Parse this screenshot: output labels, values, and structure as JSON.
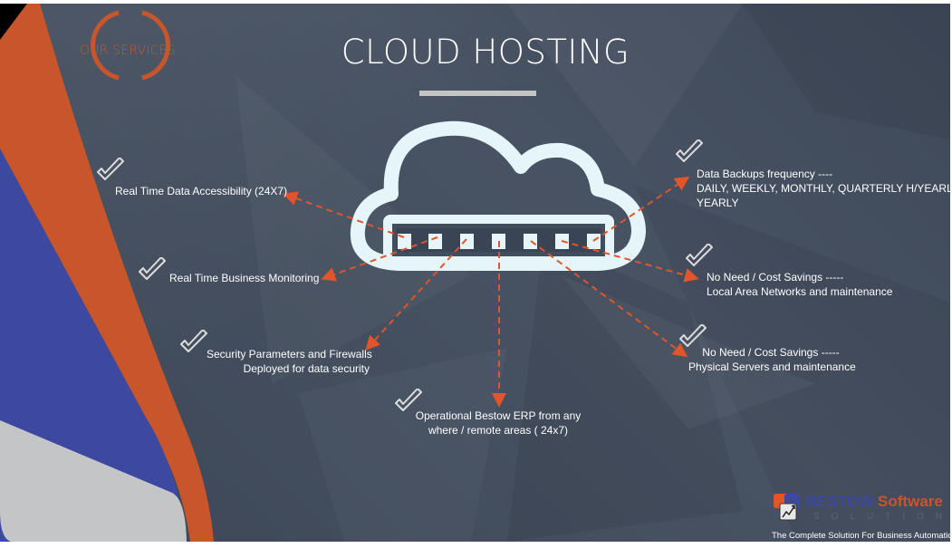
{
  "slide": {
    "section_label": "OUR SERVICES",
    "title": "CLOUD HOSTING"
  },
  "colors": {
    "background": "#424d5e",
    "accent_orange": "#c8562a",
    "accent_blue": "#3d48a0",
    "accent_grey": "#c4c5c7",
    "cloud": "#e6f5f9",
    "text": "#ffffff"
  },
  "services": [
    {
      "icon": "check-icon",
      "lines": [
        "Real Time Data Accessibility (24X7)"
      ]
    },
    {
      "icon": "check-icon",
      "lines": [
        "Real Time Business Monitoring"
      ]
    },
    {
      "icon": "check-icon",
      "lines": [
        "Security Parameters and Firewalls",
        "Deployed for data security"
      ]
    },
    {
      "icon": "check-icon",
      "lines": [
        "Operational Bestow ERP from any",
        "where / remote areas ( 24x7)"
      ]
    },
    {
      "icon": "check-icon",
      "lines": [
        "No Need / Cost Savings -----",
        "Physical Servers and maintenance"
      ]
    },
    {
      "icon": "check-icon",
      "lines": [
        "No Need / Cost Savings -----",
        "Local Area Networks and maintenance"
      ]
    },
    {
      "icon": "check-icon",
      "lines": [
        "Data Backups frequency ----",
        "DAILY, WEEKLY, MONTHLY, QUARTERLY H/YEARLY,",
        "YEARLY"
      ]
    }
  ],
  "logo": {
    "name_part1": "BESTOW",
    "name_part2": "Software",
    "subtitle": "SOLUTIONS",
    "tagline": "The Complete Solution For Business Automation"
  }
}
